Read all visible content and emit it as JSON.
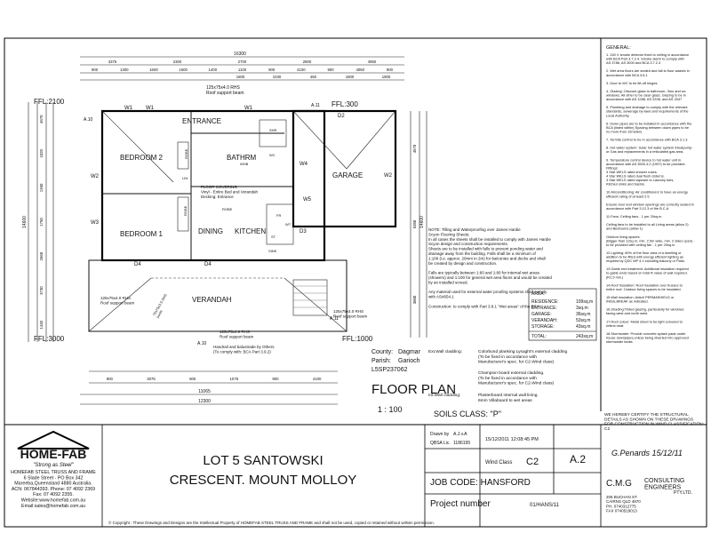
{
  "dims": {
    "top_overall": "16300",
    "top_row1": [
      "3375",
      "2300",
      "2700",
      "2800",
      "4950"
    ],
    "top_row2": [
      "900",
      "1300",
      "1600",
      "1600",
      "1400",
      "1100",
      "900",
      "4100",
      "900",
      "4050",
      "900"
    ],
    "top_row3": [
      "1800",
      "1030",
      "450",
      "1800",
      "1900"
    ],
    "bottom_row1": [
      "900",
      "3075",
      "900",
      "1075",
      "900",
      "4100"
    ],
    "bottom_overall": "11065",
    "bottom_overall2": "12300",
    "left_rows": [
      "4670",
      "4320",
      "1360",
      "1750",
      "2660",
      "3730",
      "1440"
    ],
    "right_rows": [
      "4670",
      "5350",
      "3880"
    ],
    "right_overall": "14600",
    "left_overall": "14600"
  },
  "ffl": {
    "top_left": "FFL:2100",
    "top_right": "FFL:300",
    "bottom_left": "FFL:3000",
    "bottom_right": "FFL:1000"
  },
  "markers": {
    "a10": "A.10",
    "a11": "A.11"
  },
  "windows": {
    "w1": "W1",
    "w2": "W2",
    "w3": "W3",
    "w4": "W4",
    "w5": "W5",
    "d2": "D2",
    "d3": "D3",
    "d4": "D4"
  },
  "rooms": {
    "bedroom2": "BEDROOM 2",
    "bedroom1": "BEDROOM 1",
    "entrance": "ENTRANCE",
    "bathrm": "BATHRM",
    "garage": "GARAGE",
    "dining": "DINING",
    "kitchen": "KITCHEN",
    "verandah": "VERANDAH",
    "robe": "ROBE",
    "lin": "LIN",
    "whb": "WHB",
    "wc": "WC",
    "sink": "SINK",
    "st": "ST",
    "fr": "FR",
    "wt": "WT",
    "shr": "SHR"
  },
  "notes_plan": {
    "beam_top": "125x75x4.0 RHS\nRoof support beam",
    "floor_covering": "FLOOR COVERING\nVinyl - Entire Bed and Verandah\nDecking: Entrance",
    "beam_left": "125x75x4.0 RHS\nRoof support beam",
    "beam_mid": "125x75x4.0 RHS\nRoof support beam",
    "beam_right": "125x75x4.0 RHS\nRoof support beam",
    "post": "75x75x3.5 SHS\nposts",
    "handrail": "Handrail and balustrade by Others\n(To comply with: BCA Part 3.9.2)"
  },
  "tiling_notes": [
    "NOTE: Tilling and Waterproofing over James Hardie",
    "Scyon Flooring Sheets:",
    "In all cases the sheets shall be installed to comply with James Hardie",
    "Scyon design and construction requirements.",
    "Sheets are to be installed with falls to prevent ponding water and",
    "drainage away from the building. Falls shall be a minimum of",
    "1:100 (i.e. approx. 20mm in 2m) for balconies and decks and shall",
    "be created by design and construction.",
    "",
    "Falls are typically between 1:60 and 1:80 for internal wet areas",
    "(showers) and 1:100 for general wet area floors and would be created",
    "by an installed screed.",
    "",
    "Any material used for external water proofing systems shall comply",
    "with AS4654.1",
    "",
    "Construction: to comply with Part 3.8.1 \"Wet areas\" of the BCA"
  ],
  "cladding": [
    {
      "label": "Ext.Wall cladding:",
      "text": "Colorbond planking Lysaght's external cladding\n(To be fixed in accordance with\nManufacturer's spec. for C2-Wind class)"
    },
    {
      "label": "",
      "text": "Champion board external cladding.\n(To be fixed in accordance with\nManufacturer's spec. for C2-Wind class)"
    },
    {
      "label": "Int.Wall cladding:",
      "text": "Plasterboard internal wall lining.\n6mm Villaboard to wet areas"
    }
  ],
  "area_table": {
    "title": "AREA:",
    "rows": [
      [
        "RESIDENCE:",
        "109sq.m"
      ],
      [
        "ENTRANCE:",
        "3sq.m"
      ],
      [
        "GARAGE:",
        "36sq.m"
      ],
      [
        "VERANDAH:",
        "53sq.m"
      ],
      [
        "STORAGE:",
        "43sq.m"
      ]
    ],
    "total_label": "TOTAL:",
    "total": "243sq.m"
  },
  "general": {
    "heading": "GENERAL:",
    "items": [
      "1. 240 V smoke detector fixed to ceiling in accordance",
      "with BCA Part 3.7.2.4. Smoke alarm to comply with",
      "AS 3786, AS 3000 and BCA 3.7.2.3",
      "",
      "2. Wet area floors are sealed and fall to floor wastes in",
      "accordance with BCA 3.8.1",
      "",
      "3. Door to WC to be lift-off hinges.",
      "",
      "4. Glazing: Obscure glass to bathroom- 3ms and wc",
      "windows. All other to be clear glass. Glazing to be in",
      "accordance with AS 1288, AS 2208, and AS 2047",
      "",
      "5. Plumbing and drainage to comply with the relevant",
      "standards, sewerage by-laws and requirements of the",
      "Local Authority.",
      "",
      "6. Down pipes are to be installed in accordance with the",
      "BCA (listed within) Spacing between down pipes to be",
      "no more than 12meters.",
      "",
      "7. Termite control to be in accordance with BCA 3.1.3",
      "",
      "8. Hot water system: Solar hot water system /Heatpump-",
      "or Gas and replacements in a reticulated gas area.",
      "",
      "9. Temperature control device to hot water unit in",
      "accordance with AS 3500.4.2 (1997) to be provided.",
      "Fittings:",
      "3 Star WELS rated shower roses.",
      "4 Star WELS rated dual flush cisterns.",
      "3 Star WELS rated tapware to Laundry tubs,",
      "Kitchen sinks and basins.",
      "",
      "10.Airconditioning: Air conditioners to have an energy",
      "efficient rating of at least 2.5",
      "",
      "Ensure door and window openings are correctly sealed in",
      "accordance with Part 3.12.3 of the B.C.A",
      "",
      "11.Fans: Ceiling fans - 1 per 20sq.m",
      "",
      "Ceiling fans to be installed to all Living areas (allow 2)",
      "and Bedrooms (allow 1)",
      "",
      "Outdoor living spaces:",
      "(Bigger than 12sq.m, min. 2.5m wide, min. 2 sides open) -",
      "to be provided with ceiling fan - 1 per 20sq.m",
      "",
      "12.Lighting: 80% of the floor area of a dwelling or",
      "addition to be fitted with energy efficient lighting as",
      "required by QDC MP 4.1 including balcony or Patio.",
      "",
      "13.Gable end treatment: Additional insulation required",
      "to gable ends based on total R value of wall required.",
      "(R1.5 min.)",
      "",
      "14.Roof Insulation: Roof insulation over trusses to",
      "entire roof. Outdoor living spaces to be insulated.",
      "",
      "15.Wall Insulation: Anticil PERMASHIELD or",
      "INSULBREAK as indicated.",
      "",
      "16.Shading:Tinted glazing, particularly for windows",
      "facing west and north west.",
      "",
      "17.Roof colour: Metal sheet to be light coloured to",
      "reflect heat.",
      "",
      "18.Stormwater: Provide concrete splash pads under",
      "house downpipes,unless being diverted into approved",
      "stormwater tanks."
    ]
  },
  "county": {
    "county_label": "County:",
    "county_value": "Dagmar",
    "parish_label": "Parish:",
    "parish_value": "Garioch",
    "lot_ref": "L5SP237062"
  },
  "plan_title": "FLOOR PLAN",
  "scale": "1 : 100",
  "soils": "SOILS CLASS: \"P\"",
  "certify": "WE HEREBY CERTIFY THE STRUCTURAL\nDETAILS AS SHOWN ON THESE DRAWINGS\nFOR CONSTRUCTION IN WIND CLASSIFICATION:\nC2",
  "logo": {
    "name": "HOME-FAB",
    "tagline": "\"Strong as Steel\"",
    "address": "HOMEFAB STEEL TRUSS AND FRAME\n6 Slade Street - PO Box 342\nMareeba,Queensland 4880 Australia.\nACN: 067844393. Phone: 07 4092 2369\nFax: 07 4092 2355.\nWebsite:www.homefab.com.au\nEmail:sales@homefab.com.au"
  },
  "title_block": {
    "lot_line1": "LOT 5 SANTOWSKI",
    "lot_line2": "CRESCENT. MOUNT MOLLOY",
    "drawn_label": "Drawn by",
    "drawn_value": "A.J.v.A",
    "qbsa_label": "QBSA Lic.",
    "qbsa_value": "1186195",
    "date": "15/12/2011 12:08:45 PM",
    "sheet": "A.2",
    "wind_label": "Wind Class",
    "wind_value": "C2",
    "job_code": "JOB CODE: HANSFORD",
    "project_label": "Project number",
    "project_value": "01/HANS/11"
  },
  "engineer": {
    "signature": "G.Penards 15/12/11",
    "cmg": "C.M.G",
    "consulting": "CONSULTING\nENGINEERS",
    "pty": "PTY.LTD.",
    "address": "206 BUCHAN ST\nCAIRNS QLD 4870\nPH. 0740312775\nFAX 0740519013"
  },
  "copyright": "© Copyright : These Drawings and Designs are the Intellectual Property of HOMEFAB STEEL TRUSS AND FRAME and shall not be used, copied or retained without written permission."
}
